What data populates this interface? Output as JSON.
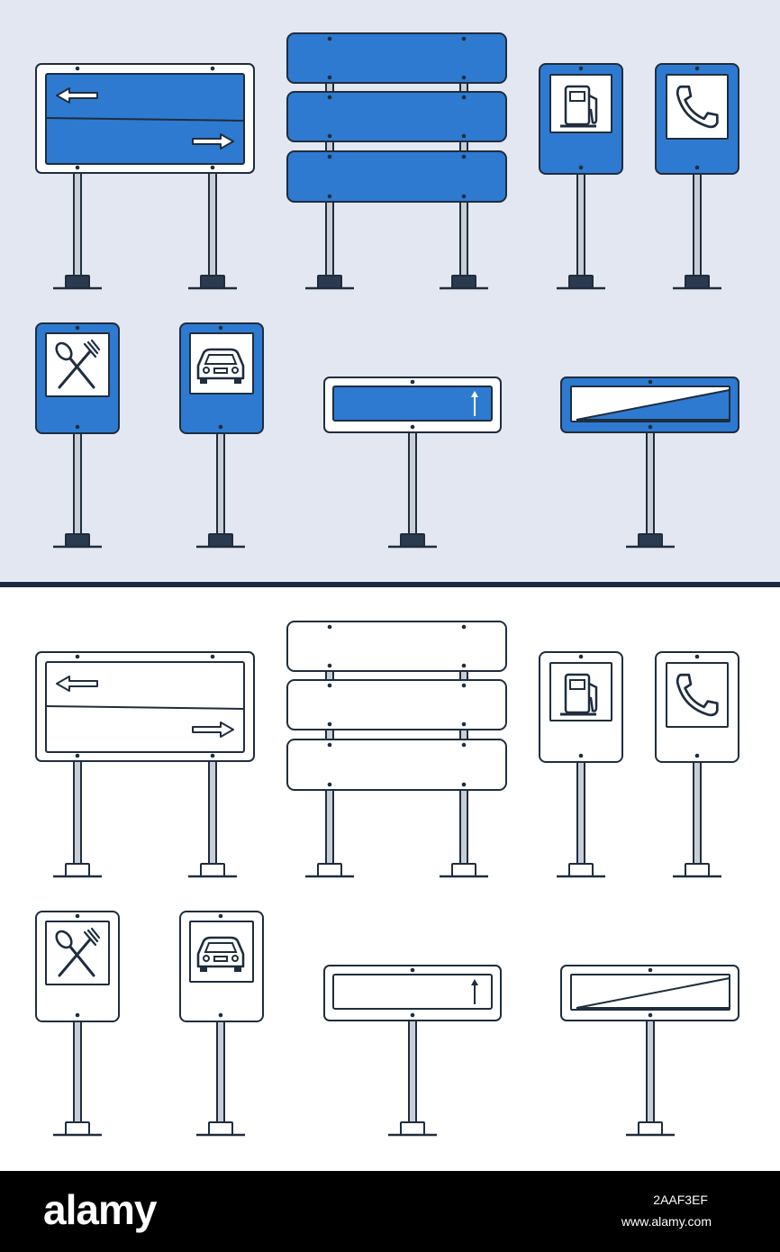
{
  "colors": {
    "top_background": "#e3e7f1",
    "bottom_background": "#ffffff",
    "divider": "#1a2a40",
    "sign_blue": "#2e7ad1",
    "outline": "#1f2d3d",
    "pole_fill": "#c9ced6",
    "base_fill_colored": "#2b3a4f",
    "footer_background": "#000000"
  },
  "icons": [
    "arrow-left-icon",
    "arrow-right-icon",
    "fuel-pump-icon",
    "phone-icon",
    "fork-spoon-icon",
    "car-icon",
    "arrow-up-icon"
  ],
  "footer": {
    "brand": "alamy",
    "image_id": "2AAF3EF",
    "site": "www.alamy.com"
  }
}
